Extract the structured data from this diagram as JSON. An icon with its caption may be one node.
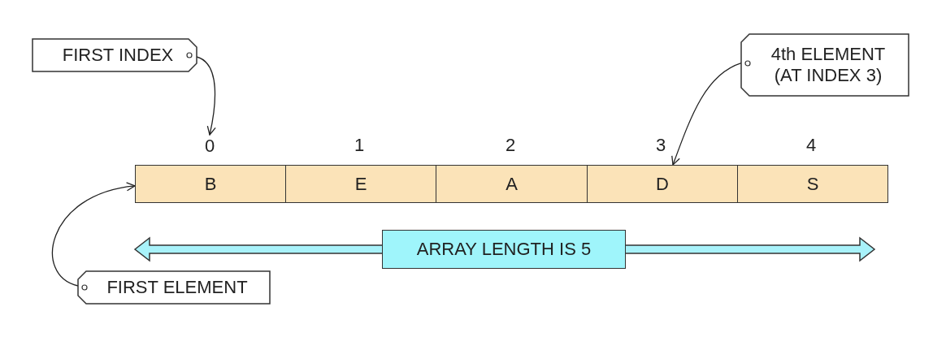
{
  "diagram": {
    "nodes": [
      {
        "text": [
          "FIRST INDEX"
        ]
      },
      {
        "text": [
          "4th ELEMENT (AT INDEX 3)"
        ]
      },
      {
        "text": [
          "0"
        ]
      },
      {
        "text": [
          "B"
        ]
      },
      {
        "text": [
          "E"
        ]
      },
      {
        "text": [
          "A"
        ]
      },
      {
        "text": [
          "D"
        ]
      },
      {
        "text": [
          "S"
        ]
      },
      {
        "text": [],
        "shape": "arrow"
      },
      {
        "text": [
          "ARRAY LENGTH IS 5"
        ]
      },
      {
        "text": [
          "FIRST ELEMENT"
        ]
      }
    ],
    "edges": [
      {
        "from": 0,
        "to": 2,
        "arrow": "to"
      },
      {
        "from": 1,
        "to": 6,
        "arrow": "to"
      },
      {
        "from": 10,
        "to": 3,
        "arrow": "to"
      }
    ],
    "labels": [
      "1",
      "2",
      "3",
      "4"
    ]
  }
}
